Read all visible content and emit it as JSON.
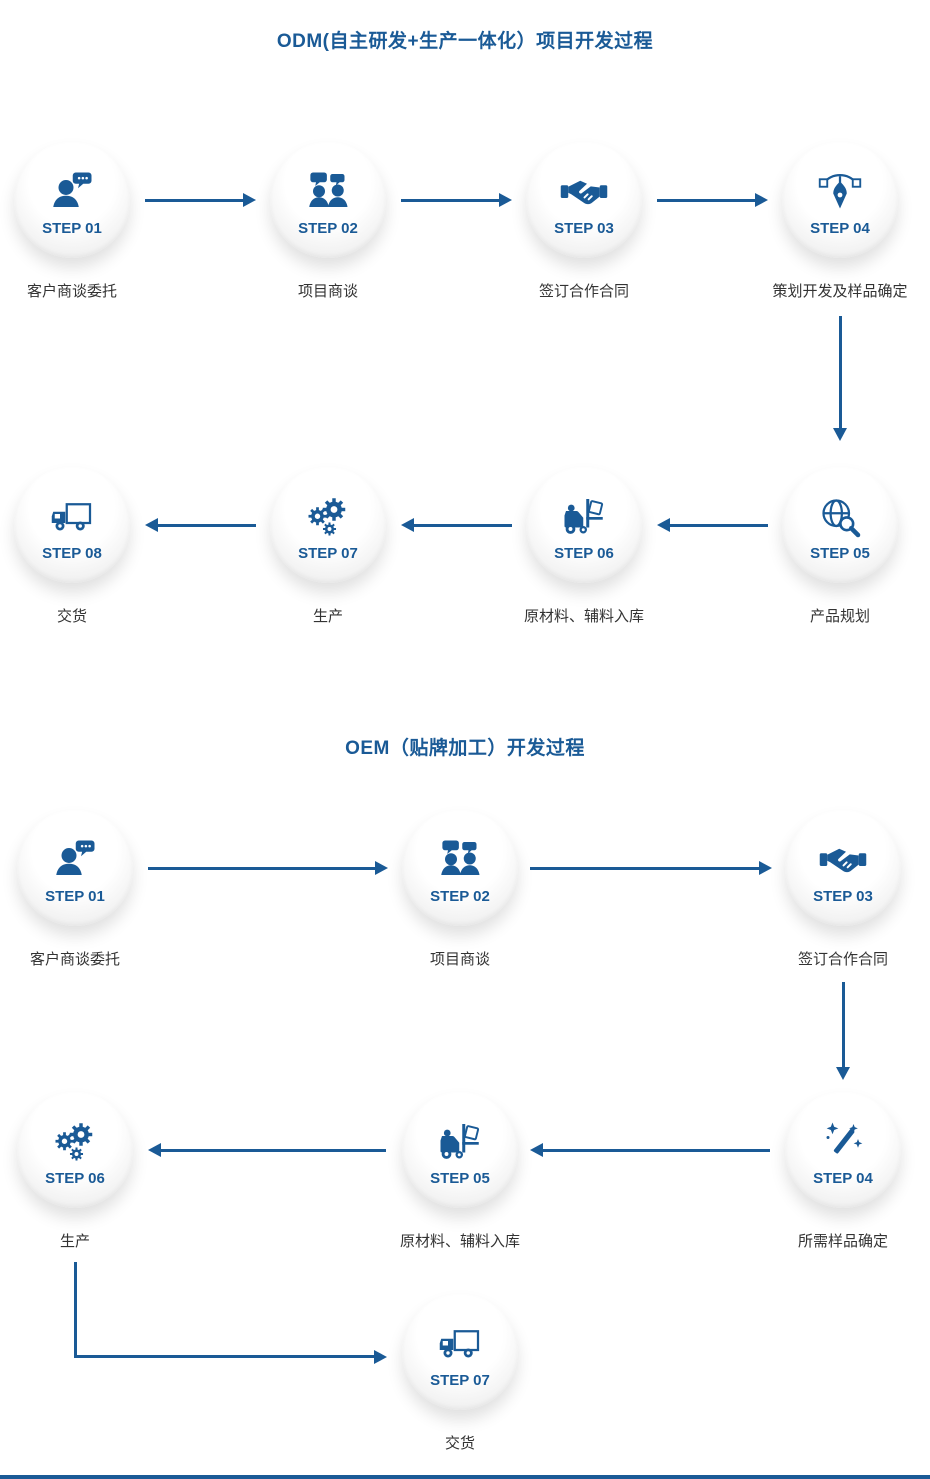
{
  "page": {
    "accent_color": "#1a5a96",
    "caption_color": "#333333",
    "background": "#ffffff"
  },
  "odm": {
    "title": "ODM(自主研发+生产一体化）项目开发过程",
    "steps": [
      {
        "label": "STEP 01",
        "caption": "客户商谈委托",
        "icon": "person-chat-icon"
      },
      {
        "label": "STEP 02",
        "caption": "项目商谈",
        "icon": "people-meeting-icon"
      },
      {
        "label": "STEP 03",
        "caption": "签订合作合同",
        "icon": "handshake-icon"
      },
      {
        "label": "STEP 04",
        "caption": "策划开发及样品确定",
        "icon": "pen-tool-icon"
      },
      {
        "label": "STEP 05",
        "caption": "产品规划",
        "icon": "globe-search-icon"
      },
      {
        "label": "STEP 06",
        "caption": "原材料、辅料入库",
        "icon": "forklift-icon"
      },
      {
        "label": "STEP 07",
        "caption": "生产",
        "icon": "gears-icon"
      },
      {
        "label": "STEP 08",
        "caption": "交货",
        "icon": "truck-icon"
      }
    ]
  },
  "oem": {
    "title": "OEM（贴牌加工）开发过程",
    "steps": [
      {
        "label": "STEP 01",
        "caption": "客户商谈委托",
        "icon": "person-chat-icon"
      },
      {
        "label": "STEP 02",
        "caption": "项目商谈",
        "icon": "people-meeting-icon"
      },
      {
        "label": "STEP 03",
        "caption": "签订合作合同",
        "icon": "handshake-icon"
      },
      {
        "label": "STEP 04",
        "caption": "所需样品确定",
        "icon": "magic-wand-icon"
      },
      {
        "label": "STEP 05",
        "caption": "原材料、辅料入库",
        "icon": "forklift-icon"
      },
      {
        "label": "STEP 06",
        "caption": "生产",
        "icon": "gears-icon"
      },
      {
        "label": "STEP 07",
        "caption": "交货",
        "icon": "truck-icon"
      }
    ]
  }
}
